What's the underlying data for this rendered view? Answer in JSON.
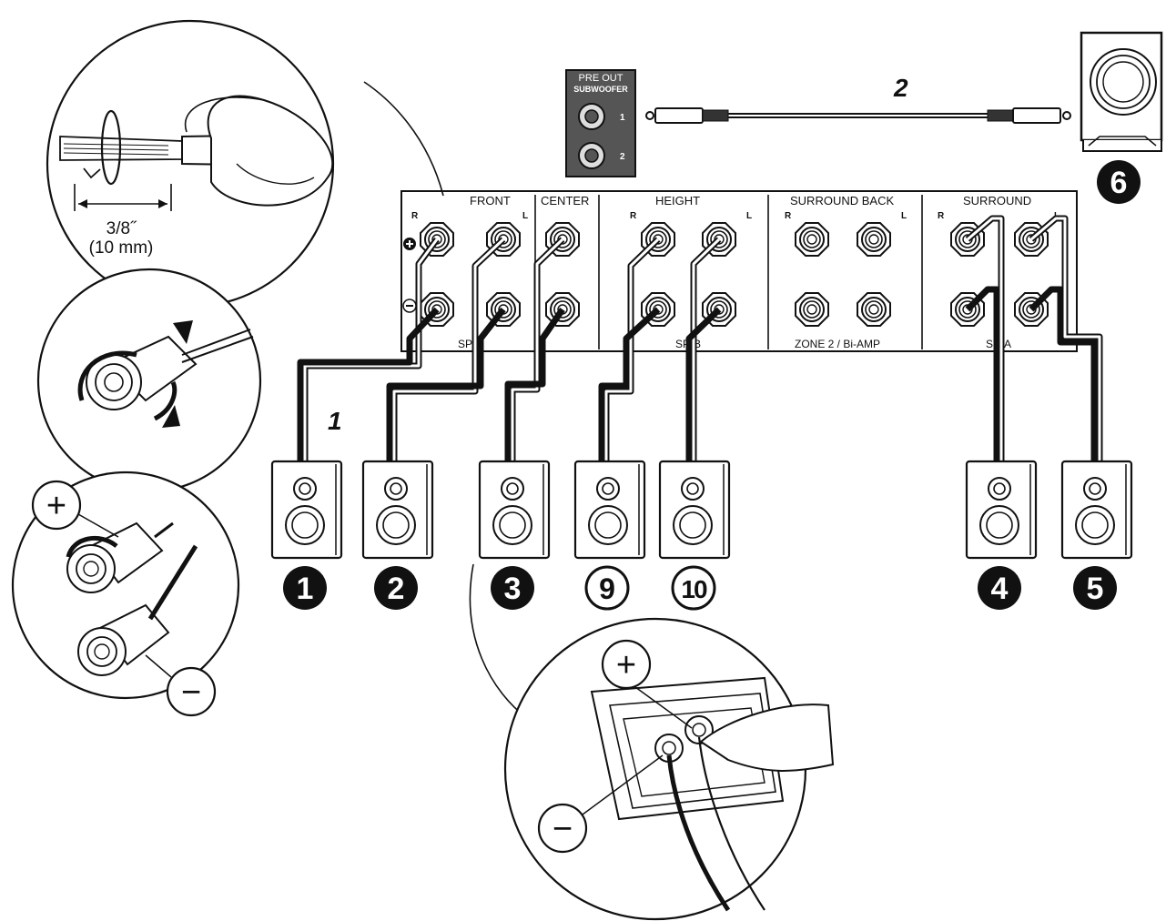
{
  "preout": {
    "title": "PRE OUT",
    "subtitle": "SUBWOOFER",
    "jack1": "1",
    "jack2": "2"
  },
  "steps": {
    "step1": "1",
    "step2": "2"
  },
  "wire_strip": {
    "length_in": "3/8˝",
    "length_mm": "(10 mm)"
  },
  "panel": {
    "groups": [
      {
        "label": "FRONT"
      },
      {
        "label": "CENTER"
      },
      {
        "label": "HEIGHT"
      },
      {
        "label": "SURROUND BACK"
      },
      {
        "label": "SURROUND"
      }
    ],
    "bottom_labels": {
      "front": "SP-A",
      "height": "SP-B",
      "surround_back": "ZONE 2 / Bi-AMP",
      "surround": "SP-A"
    },
    "channel_R": "R",
    "channel_L": "L"
  },
  "speakers": [
    {
      "number": "1",
      "style": "filled"
    },
    {
      "number": "2",
      "style": "filled"
    },
    {
      "number": "3",
      "style": "filled"
    },
    {
      "number": "9",
      "style": "outline"
    },
    {
      "number": "10",
      "style": "outline"
    },
    {
      "number": "4",
      "style": "filled"
    },
    {
      "number": "5",
      "style": "filled"
    }
  ],
  "subwoofer": {
    "number": "6"
  },
  "polarity": {
    "plus": "+",
    "minus": "−"
  },
  "colors": {
    "ink": "#111111",
    "paper": "#ffffff",
    "preout_bg": "#555555"
  }
}
